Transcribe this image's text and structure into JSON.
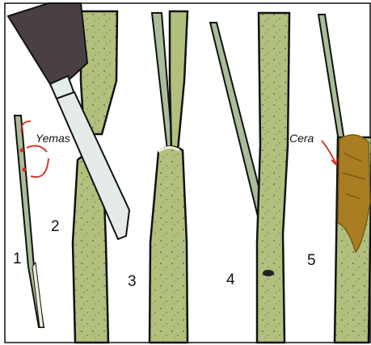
{
  "figure": {
    "labels": {
      "yemas": "Yemas",
      "cera": "Cera"
    },
    "step_numbers": [
      "1",
      "2",
      "3",
      "4",
      "5"
    ]
  },
  "colors": {
    "bark": "#b2c07e",
    "bark_dark": "#8fa063",
    "scion": "#a9bd9a",
    "outline": "#111111",
    "knife_handle": "#4a4044",
    "knife_blade": "#e4ebe8",
    "wax": "#a97e22",
    "arrow": "#d62a1e"
  }
}
